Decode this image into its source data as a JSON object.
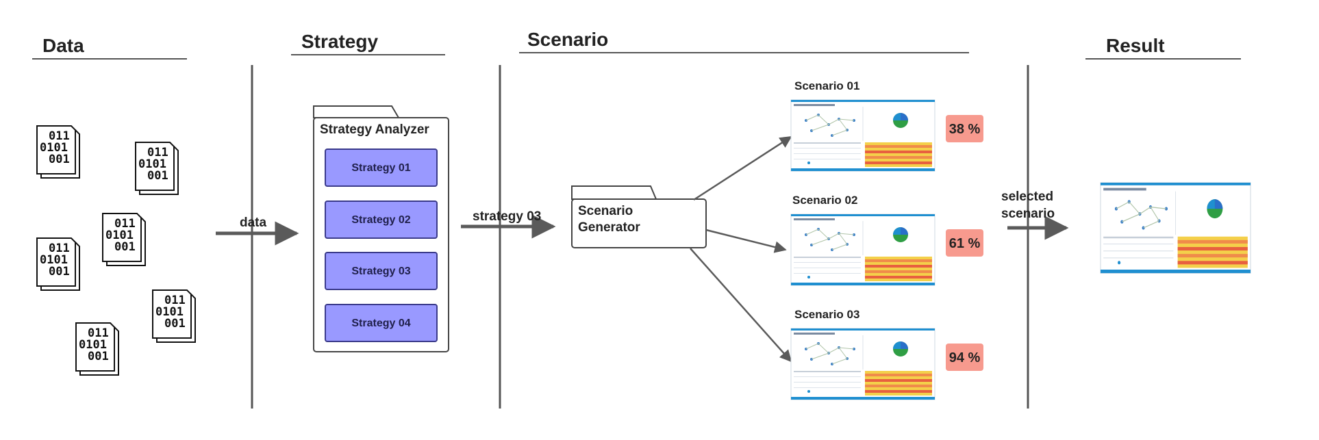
{
  "sections": {
    "data": "Data",
    "strategy": "Strategy",
    "scenario": "Scenario",
    "result": "Result"
  },
  "binary_file_lines": [
    "011",
    "0101",
    "001"
  ],
  "arrows": {
    "data": "data",
    "strategy": "strategy 03",
    "selected_line1": "selected",
    "selected_line2": "scenario"
  },
  "analyzer": {
    "title": "Strategy Analyzer",
    "strategies": [
      "Strategy 01",
      "Strategy 02",
      "Strategy 03",
      "Strategy 04"
    ]
  },
  "generator": {
    "line1": "Scenario",
    "line2": "Generator"
  },
  "scenarios": [
    {
      "name": "Scenario 01",
      "score": "38 %"
    },
    {
      "name": "Scenario 02",
      "score": "61 %"
    },
    {
      "name": "Scenario 03",
      "score": "94 %"
    }
  ],
  "colors": {
    "strategy_fill": "#9999ff",
    "strategy_stroke": "#3a3a8a",
    "score_fill": "#f79a8e",
    "divider": "#555555",
    "arrow": "#5a5a5a",
    "dashboard_bar": "#1f8fd0"
  }
}
